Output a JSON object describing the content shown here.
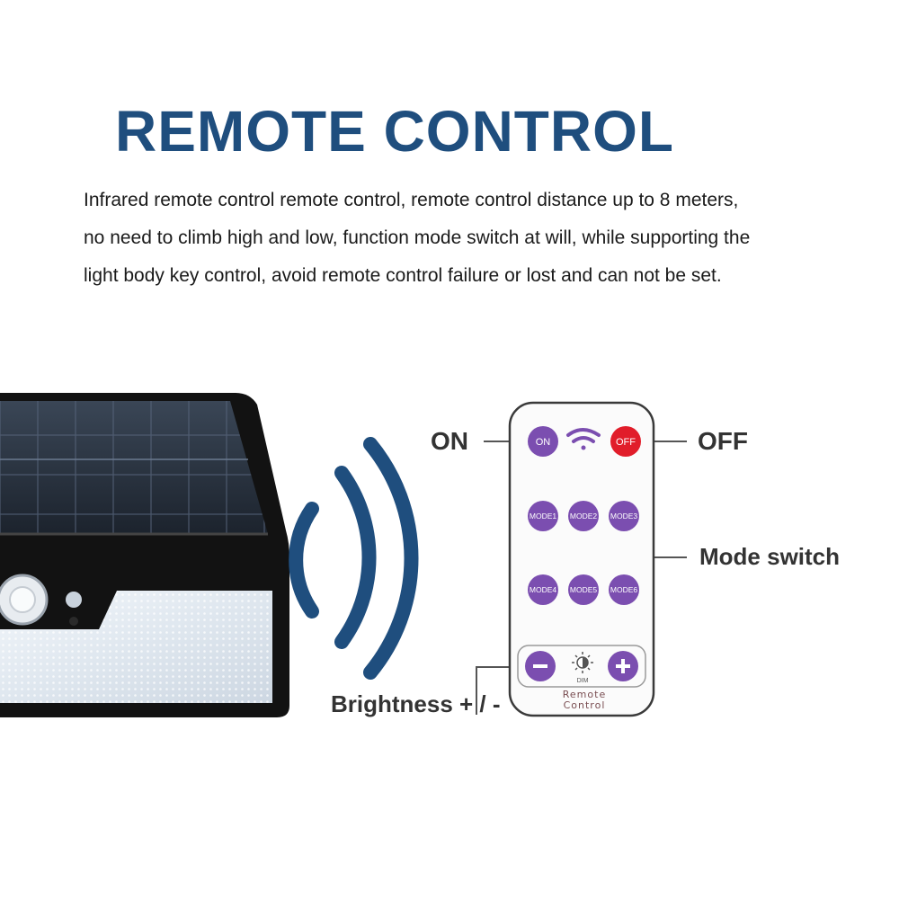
{
  "heading": "REMOTE CONTROL",
  "description": [
    "Infrared remote control remote control, remote control distance up to 8 meters,",
    "no need to climb high and low, function mode switch at will, while supporting the",
    "light body key control, avoid remote control failure or lost and can not be set."
  ],
  "callouts": {
    "on": "ON",
    "off": "OFF",
    "mode": "Mode switch",
    "brightness": "Brightness + / -"
  },
  "remote": {
    "on_button": "ON",
    "off_button": "OFF",
    "mode_buttons": [
      "MODE1",
      "MODE2",
      "MODE3",
      "MODE4",
      "MODE5",
      "MODE6"
    ],
    "dim_label": "DIM",
    "label_line1": "Remote",
    "label_line2": "Control",
    "minus_icon": "minus-icon",
    "plus_icon": "plus-icon",
    "wifi_icon": "wireless-signal-icon",
    "sun_icon": "brightness-icon"
  },
  "colors": {
    "heading": "#1f4e7e",
    "signal_waves": "#1f4e7e",
    "button_purple": "#7b4eb0",
    "off_red": "#e11d2a"
  }
}
